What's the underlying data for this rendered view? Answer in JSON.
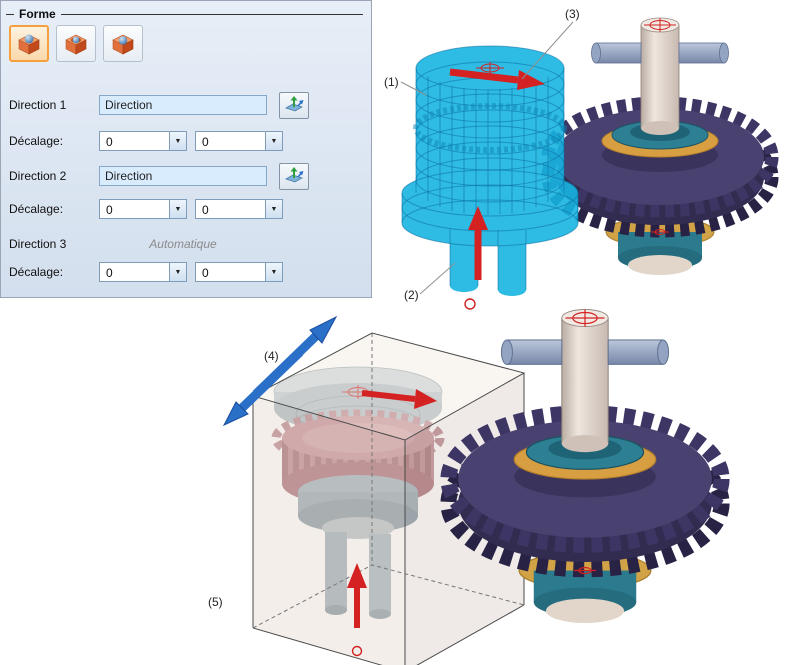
{
  "panel": {
    "title": "Forme",
    "shape_buttons": [
      {
        "id": "shape-1",
        "selected": true
      },
      {
        "id": "shape-2",
        "selected": false
      },
      {
        "id": "shape-3",
        "selected": false
      }
    ],
    "direction1": {
      "label": "Direction 1",
      "value": "Direction"
    },
    "offset1": {
      "label": "Décalage:",
      "value1": "0",
      "value2": "0"
    },
    "direction2": {
      "label": "Direction 2",
      "value": "Direction"
    },
    "offset2": {
      "label": "Décalage:",
      "value1": "0",
      "value2": "0"
    },
    "direction3": {
      "label": "Direction 3",
      "value": "Automatique"
    },
    "offset3": {
      "label": "Décalage:",
      "value1": "0",
      "value2": "0"
    }
  },
  "icons": {
    "combo_arrow_glyph": "▼",
    "shape_button_icon": "cube-with-sphere-icon",
    "direction_picker_icon": "direction-plane-arrows-icon"
  },
  "annotations": {
    "a1": "(1)",
    "a2": "(2)",
    "a3": "(3)",
    "a4": "(4)",
    "a5": "(5)"
  },
  "colors": {
    "selected_border": "#f5a03c",
    "panel_bg": "#dbe5f1",
    "input_bg": "#d9ecfd",
    "preview_cyan": "#18b4e2",
    "gear_purple": "#494170",
    "bearing_teal": "#2d8094",
    "ring_gold": "#d89f42",
    "shaft_beige": "#efe6df",
    "arrow_red": "#d42222",
    "arrow_blue": "#2a6fc8"
  }
}
